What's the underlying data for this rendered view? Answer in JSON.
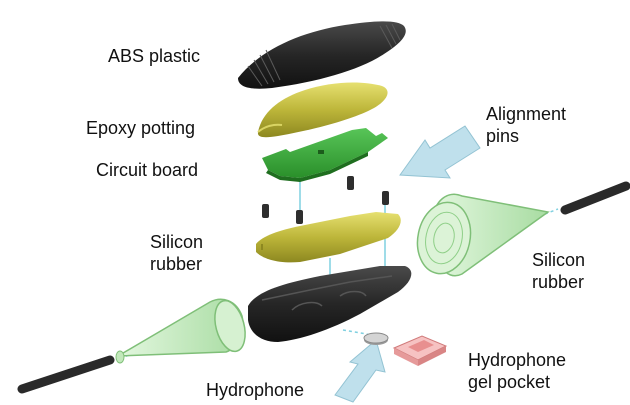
{
  "labels": {
    "abs_plastic": "ABS plastic",
    "epoxy_potting": "Epoxy potting",
    "circuit_board": "Circuit board",
    "alignment_pins_1": "Alignment",
    "alignment_pins_2": "pins",
    "silicon_rubber_left_1": "Silicon",
    "silicon_rubber_left_2": "rubber",
    "silicon_rubber_right_1": "Silicon",
    "silicon_rubber_right_2": "rubber",
    "hydrophone": "Hydrophone",
    "hydrophone_gel_pocket_1": "Hydrophone",
    "hydrophone_gel_pocket_2": "gel pocket"
  },
  "colors": {
    "abs_plastic": "#2a2a2a",
    "epoxy": "#c8c43a",
    "circuit_board": "#3aa83a",
    "silicon_rubber": "#b9e6b4",
    "arrow": "#bfe0ec",
    "gel_pocket": "#f0a0a0",
    "guide_line": "#7fd0e0"
  }
}
